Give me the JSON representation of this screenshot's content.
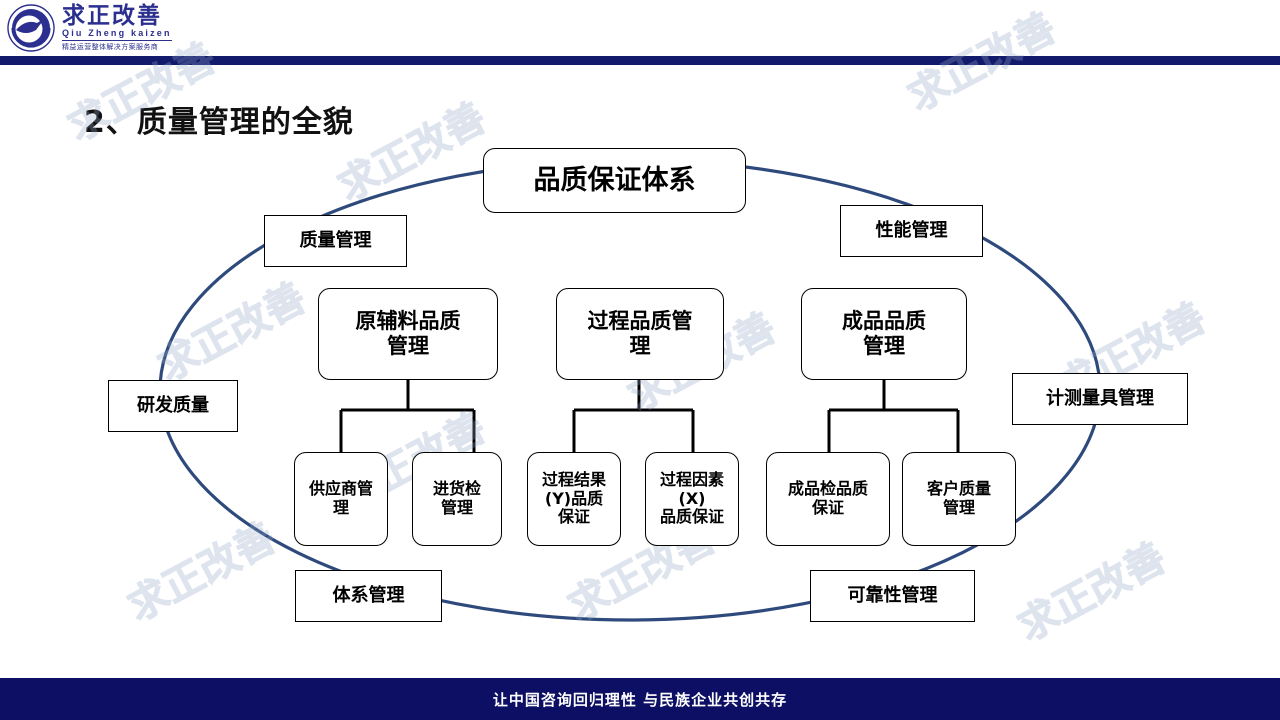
{
  "header": {
    "logo_cn": "求正改善",
    "logo_pinyin": "Qiu Zheng kaizen",
    "logo_tagline": "精益运营整体解决方案服务商",
    "brand_color": "#2b2f8f",
    "rule_color": "#121a6b"
  },
  "slide": {
    "title": "2、质量管理的全貌",
    "ellipse_color": "#2e4a7d",
    "connector_color": "#000000",
    "watermark_text": "求正改善",
    "watermark_color": "#93a7c9"
  },
  "diagram": {
    "center": {
      "label": "品质保证体系"
    },
    "ring_labels": [
      {
        "id": "quality-management",
        "label": "质量管理"
      },
      {
        "id": "performance-management",
        "label": "性能管理"
      },
      {
        "id": "rd-quality",
        "label": "研发质量"
      },
      {
        "id": "measurement-tool-management",
        "label": "计测量具管理"
      },
      {
        "id": "system-management",
        "label": "体系管理"
      },
      {
        "id": "reliability-management",
        "label": "可靠性管理"
      }
    ],
    "branches": [
      {
        "id": "raw-material",
        "label": "原辅料品质\n管理",
        "label_line1": "原辅料品质",
        "label_line2": "管理",
        "children": [
          {
            "id": "supplier-management",
            "line1": "供应商管",
            "line2": "理"
          },
          {
            "id": "incoming-inspection",
            "line1": "进货检",
            "line2": "管理"
          }
        ]
      },
      {
        "id": "process",
        "label_line1": "过程品质管",
        "label_line2": "理",
        "children": [
          {
            "id": "process-result-y",
            "line1": "过程结果",
            "line2": "(Y)品质",
            "line3": "保证"
          },
          {
            "id": "process-factor-x",
            "line1": "过程因素",
            "line2": "(X)",
            "line3": "品质保证"
          }
        ]
      },
      {
        "id": "finished-goods",
        "label_line1": "成品品质",
        "label_line2": "管理",
        "children": [
          {
            "id": "finished-inspection",
            "line1": "成品检品质",
            "line2": "保证"
          },
          {
            "id": "customer-quality",
            "line1": "客户质量",
            "line2": "管理"
          }
        ]
      }
    ]
  },
  "footer": {
    "text": "让中国咨询回归理性  与民族企业共创共存",
    "background": "#0c0f63"
  }
}
